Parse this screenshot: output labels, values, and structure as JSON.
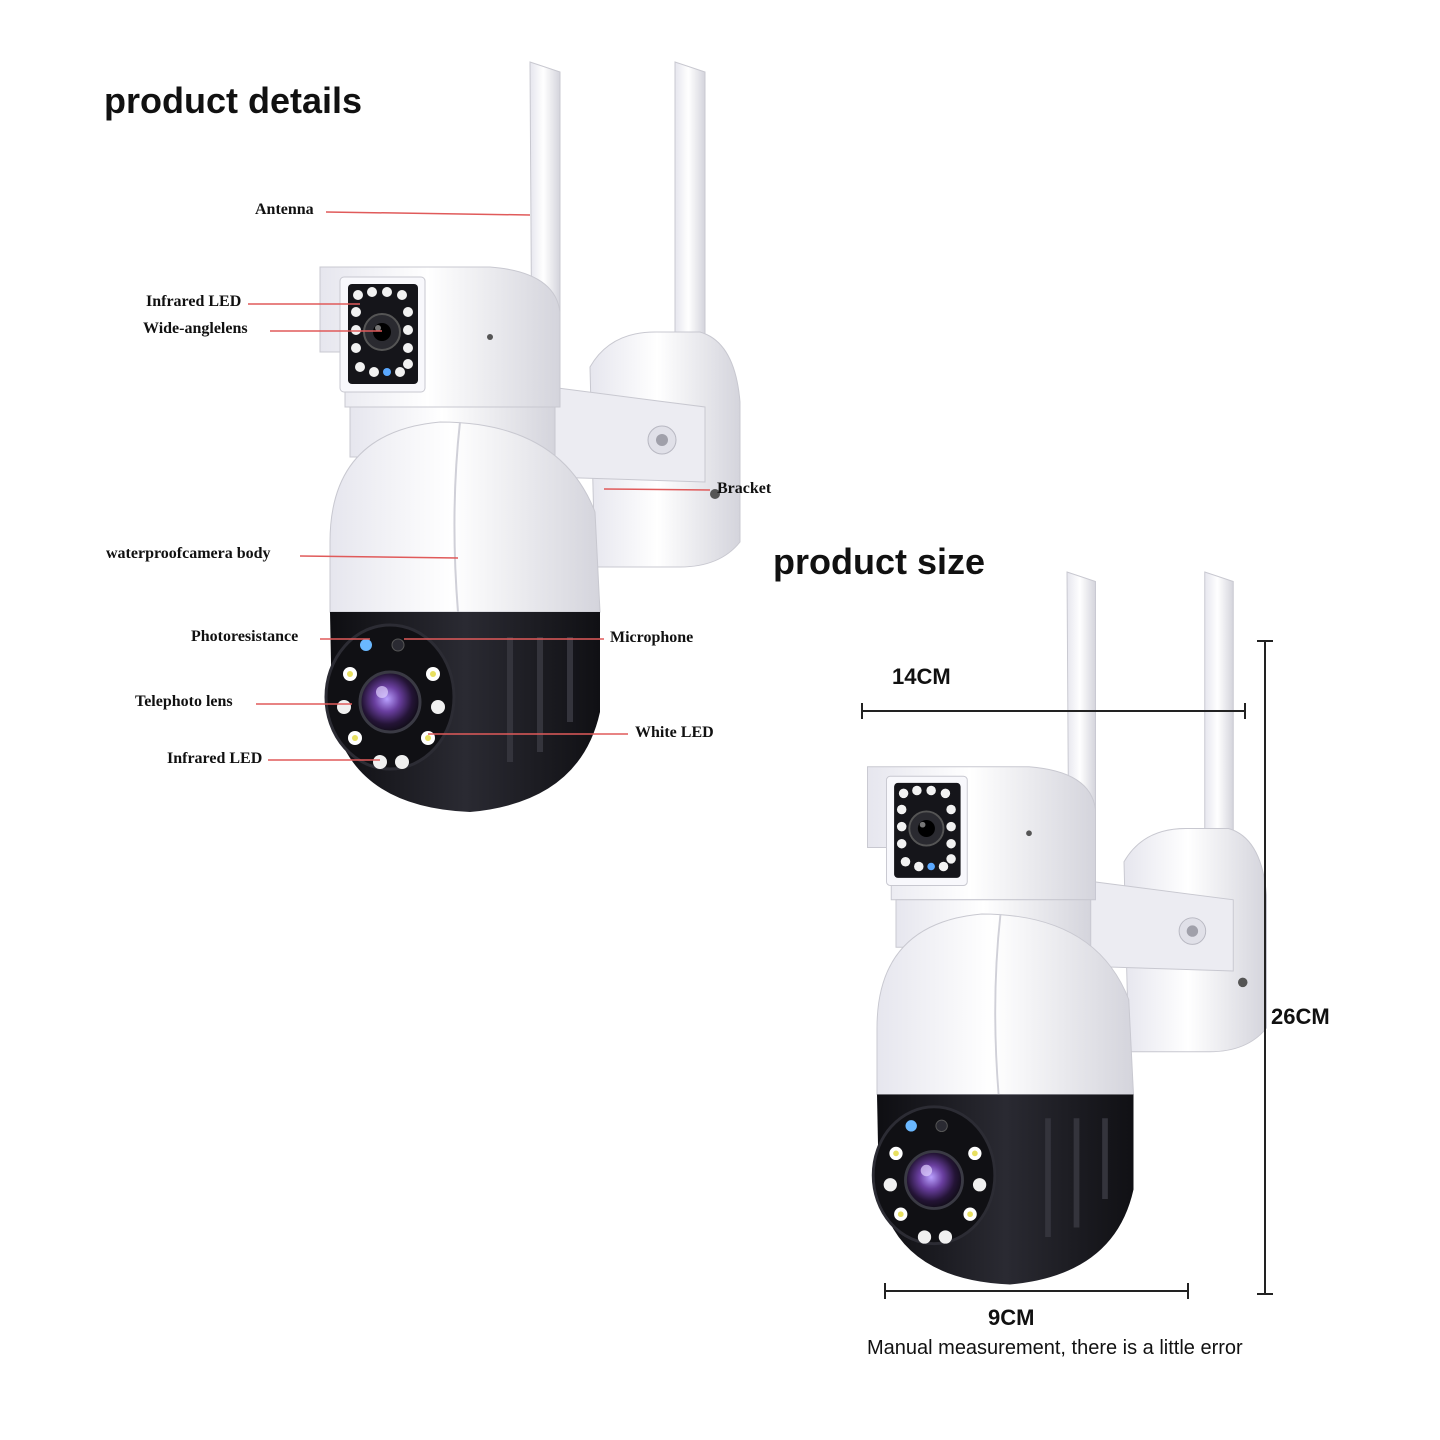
{
  "details": {
    "title": "product details",
    "labels": {
      "antenna": "Antenna",
      "infrared_led_top": "Infrared LED",
      "wide_angle_lens": "Wide-anglelens",
      "bracket": "Bracket",
      "camera_body": "waterproofcamera body",
      "photoresistance": "Photoresistance",
      "microphone": "Microphone",
      "telephoto_lens": "Telephoto lens",
      "white_led": "White LED",
      "infrared_led_bottom": "Infrared LED"
    }
  },
  "size": {
    "title": "product size",
    "width": "14CM",
    "height": "26CM",
    "base_width": "9CM",
    "note": "Manual measurement, there is a little error"
  },
  "colors": {
    "leader_line": "#e05a5a",
    "body_white": "#f4f4f8",
    "dome_black": "#1c1c22",
    "lens_purple": "#6a3fa0"
  }
}
